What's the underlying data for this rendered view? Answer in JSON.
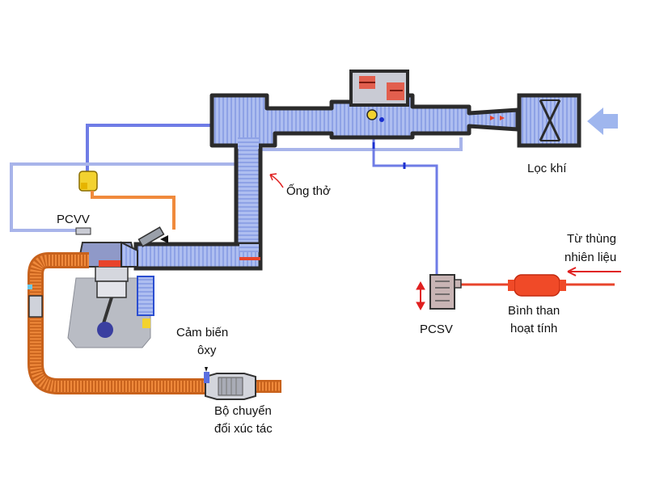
{
  "labels": {
    "air_filter": "Lọc khí",
    "breather": "Ống thở",
    "pcvv": "PCVV",
    "pcsv": "PCSV",
    "from_tank_line1": "Từ thùng",
    "from_tank_line2": "nhiên liệu",
    "canister_line1": "Bình than",
    "canister_line2": "hoạt tính",
    "o2_sensor_line1": "Cảm biến",
    "o2_sensor_line2": "ôxy",
    "catalyst_line1": "Bộ chuyển",
    "catalyst_line2": "đổi xúc tác"
  },
  "colors": {
    "intake_fill": "#aebef0",
    "intake_stripe": "#8ea2e6",
    "duct_outline": "#2b2b2b",
    "vacuum_line": "#6f7ce6",
    "thin_line": "#a8b4ea",
    "exhaust": "#f08a3c",
    "exhaust_dark": "#c8621c",
    "evap_line": "#e8442c",
    "canister": "#f04a28",
    "arrow_red": "#e02020",
    "engine_block": "#b9bcc4",
    "valve_yellow": "#f3d22f",
    "intake_arrow": "#9fb6ee"
  },
  "icons": [
    "air-filter-icon",
    "throttle-body-icon",
    "pcv-valve-icon",
    "purge-solenoid-icon",
    "canister-icon",
    "catalytic-converter-icon",
    "o2-sensor-icon",
    "engine-icon",
    "injector-icon"
  ]
}
